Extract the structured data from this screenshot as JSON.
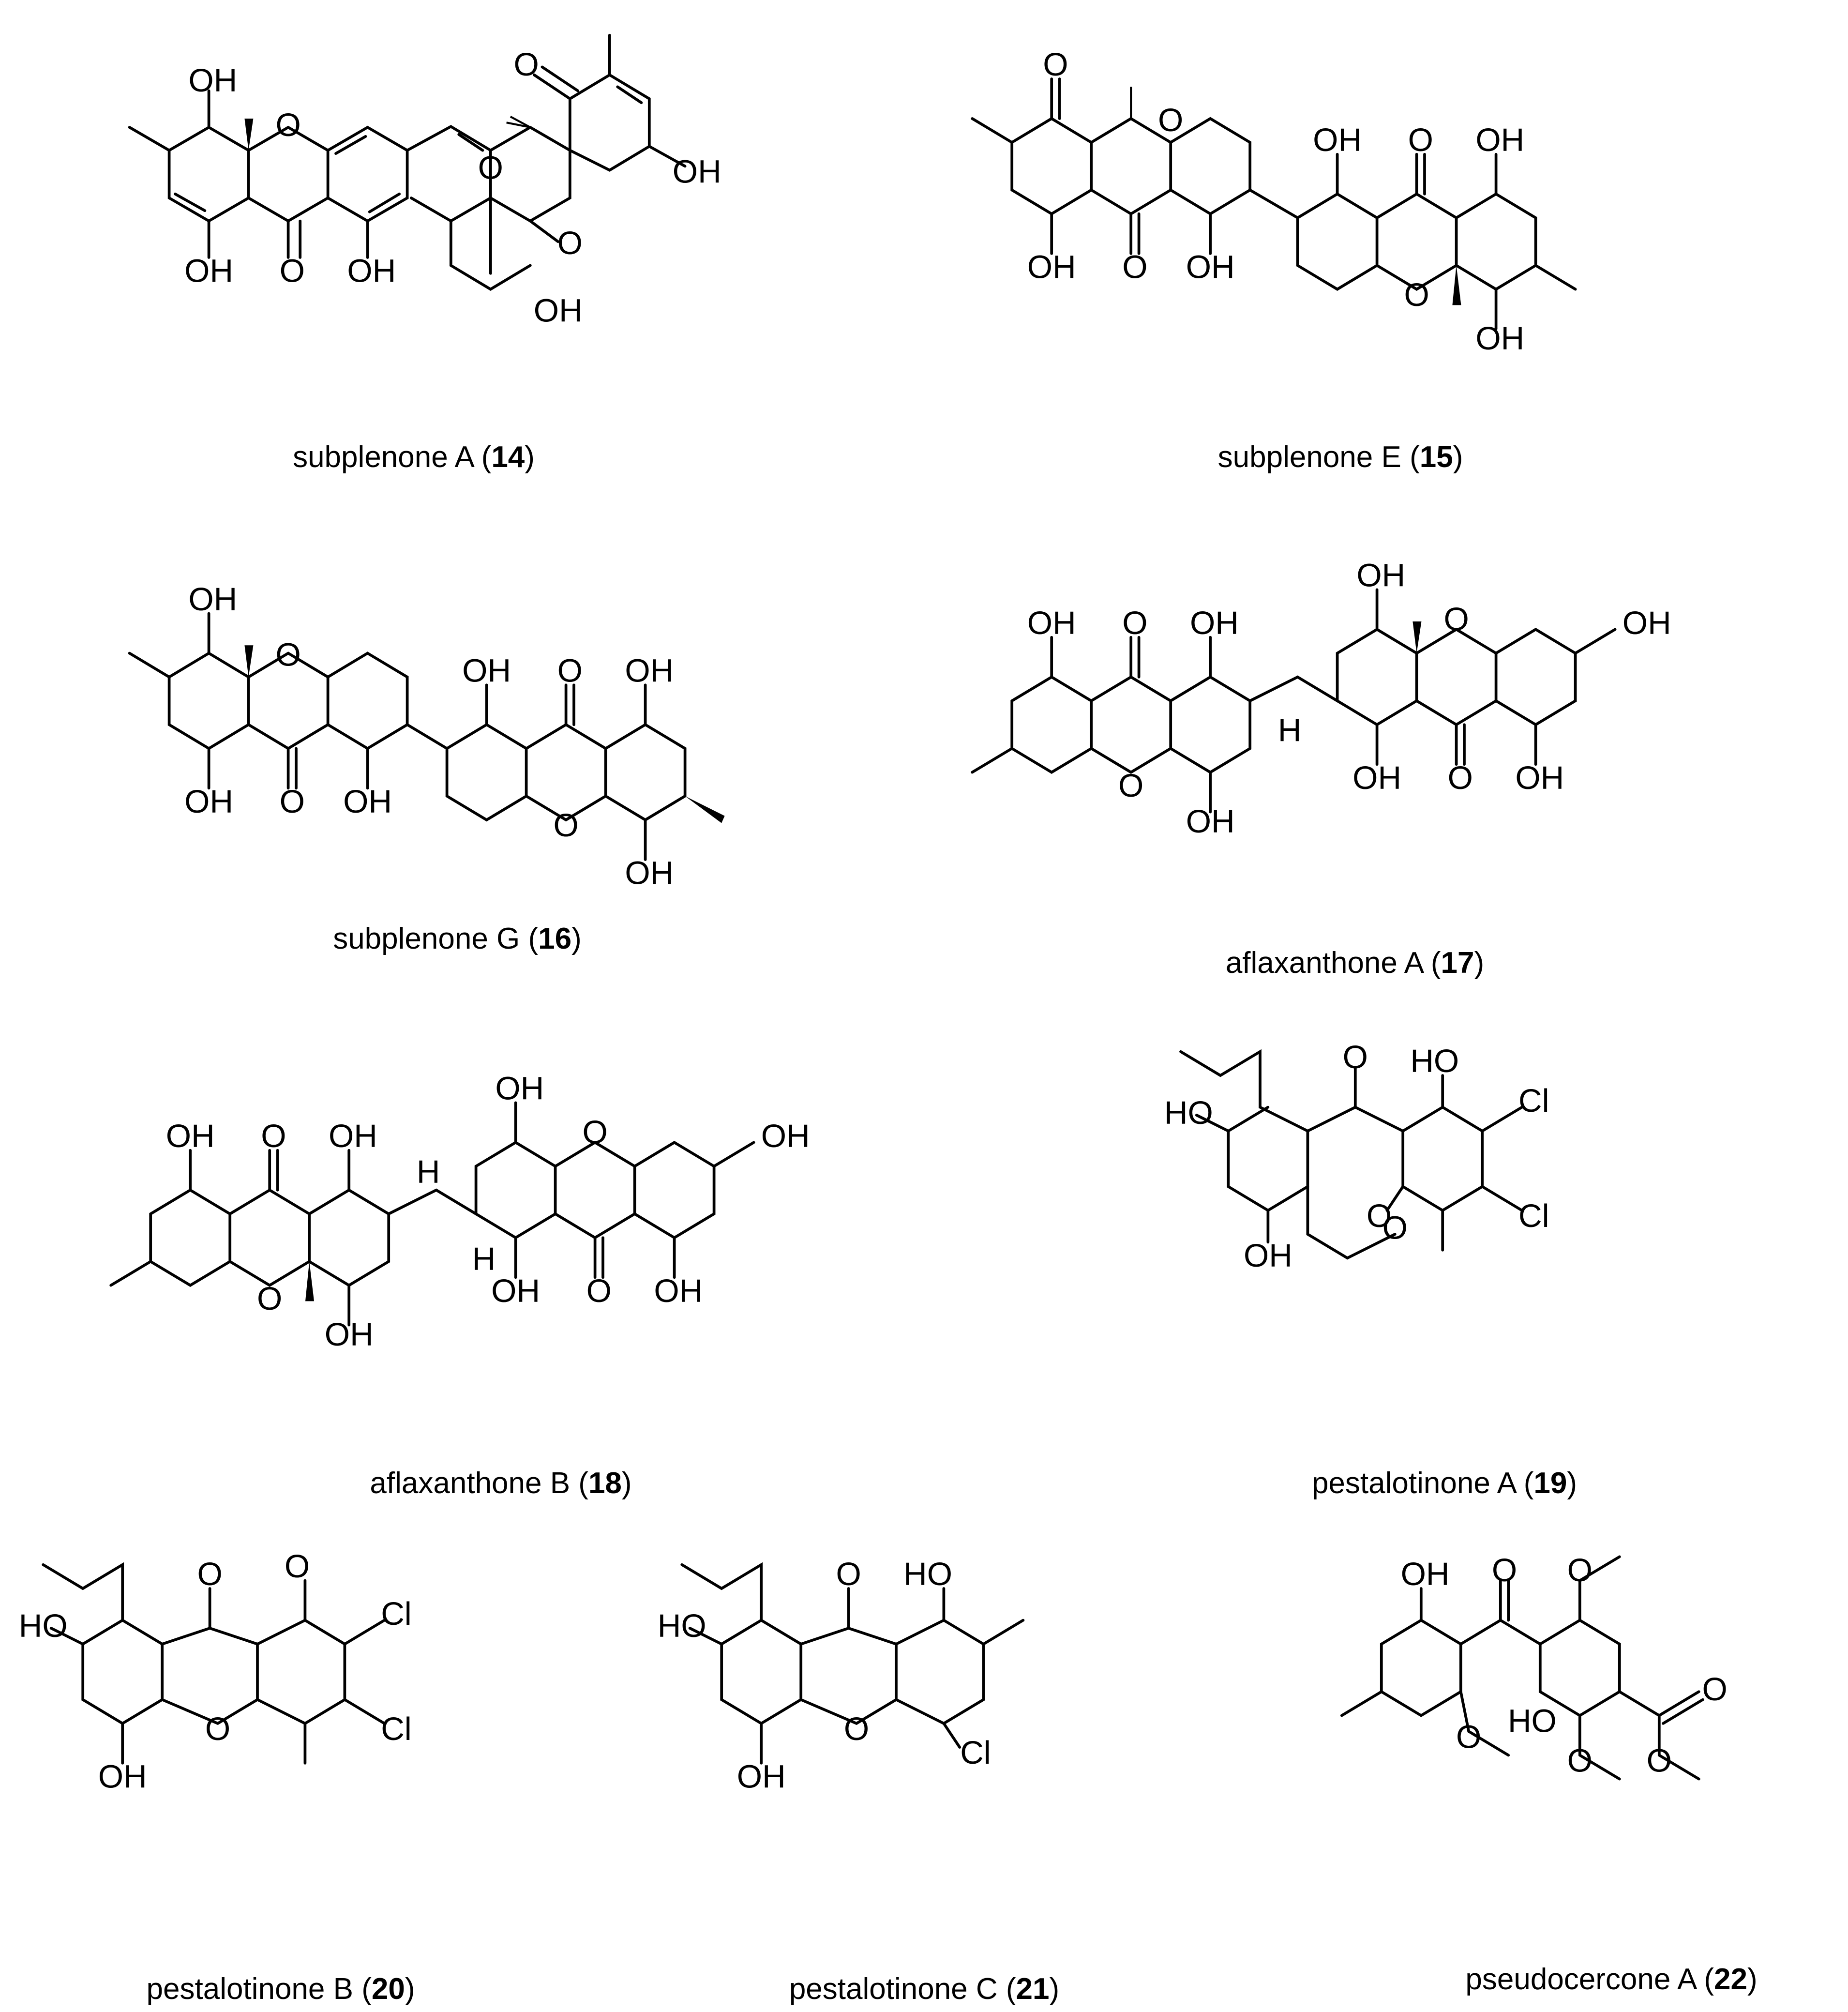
{
  "compounds": [
    {
      "name": "subplenone A",
      "number": "14"
    },
    {
      "name": "subplenone E",
      "number": "15"
    },
    {
      "name": "subplenone G",
      "number": "16"
    },
    {
      "name": "aflaxanthone A",
      "number": "17"
    },
    {
      "name": "aflaxanthone B",
      "number": "18"
    },
    {
      "name": "pestalotinone A",
      "number": "19"
    },
    {
      "name": "pestalotinone B",
      "number": "20"
    },
    {
      "name": "pestalotinone C",
      "number": "21"
    },
    {
      "name": "pseudocercone A",
      "number": "22"
    }
  ],
  "atom_labels": {
    "hydroxyl": "OH",
    "hydroxyl_left": "HO",
    "oxygen": "O",
    "chlorine": "Cl",
    "hydrogen": "H"
  },
  "caption_format": {
    "open": " (",
    "close": ")"
  }
}
